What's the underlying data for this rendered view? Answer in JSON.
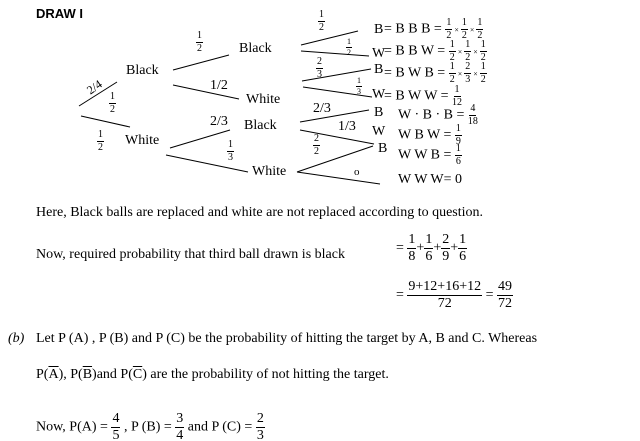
{
  "title": "DRAW I",
  "tree": {
    "root_top_label": "2/4",
    "root_top_frac": [
      "1",
      "2"
    ],
    "root_bottom_frac": [
      "1",
      "2"
    ],
    "l1": [
      "Black",
      "White"
    ],
    "l2": [
      "Black",
      "White",
      "Black",
      "White"
    ],
    "l2_labels": {
      "bb": [
        "1",
        "2"
      ],
      "bw": "1/2",
      "wb": "2/3",
      "ww": [
        "1",
        "3"
      ]
    },
    "l3_labels": {
      "bbb": [
        "1",
        "2"
      ],
      "bbw": [
        "1",
        "2"
      ],
      "bwb": [
        "2",
        "3"
      ],
      "bww": [
        "1",
        "3"
      ],
      "wbb": "2/3",
      "wbw": "1/3",
      "wwb": [
        "2",
        "2"
      ],
      "www": "o"
    },
    "leaves": [
      "B",
      "W",
      "B",
      "W",
      "B",
      "W",
      "B"
    ],
    "eq": [
      {
        "text": "= B B B =",
        "terms": [
          [
            "1",
            "2"
          ],
          [
            "1",
            "2"
          ],
          [
            "1",
            "2"
          ]
        ]
      },
      {
        "text": "= B B W =",
        "terms": [
          [
            "1",
            "2"
          ],
          [
            "1",
            "2"
          ],
          [
            "1",
            "2"
          ]
        ]
      },
      {
        "text": "= B W B =",
        "terms": [
          [
            "1",
            "2"
          ],
          [
            "2",
            "3"
          ],
          [
            "1",
            "2"
          ]
        ]
      },
      {
        "text": "= B W W =",
        "terms": [
          [
            "1",
            "12"
          ]
        ]
      },
      {
        "text": "W · B · B =",
        "terms": [
          [
            "4",
            "18"
          ]
        ]
      },
      {
        "text": "W B W =",
        "terms": [
          [
            "1",
            "9"
          ]
        ]
      },
      {
        "text": "W W B =",
        "terms": [
          [
            "1",
            "6"
          ]
        ]
      },
      {
        "text": "W W W=  0",
        "terms": []
      }
    ]
  },
  "body": {
    "p1": "Here, Black balls are replaced and white are not replaced according to question.",
    "p2": "Now, required probability that third ball drawn is black",
    "sum": {
      "f": [
        [
          "1",
          "8"
        ],
        [
          "1",
          "6"
        ],
        [
          "2",
          "9"
        ],
        [
          "1",
          "6"
        ]
      ],
      "eq": "=",
      "plus": "+"
    },
    "sum2": {
      "num": "9+12+16+12",
      "den": "72",
      "res": [
        "49",
        "72"
      ]
    },
    "b_label": "(b)",
    "b_text": "Let P (A) , P (B) and P (C) be the probability of hitting the target by A, B and C. Whereas",
    "b_line2_pre": "P(",
    "bar_a": "A",
    "bar_b": "B",
    "bar_c": "C",
    "b_line2_mid1": "), P(",
    "b_line2_mid2": ")and P(",
    "b_line2_post": ") are the probability of not hitting the target.",
    "now": "Now, P(A) =",
    "pa": [
      "4",
      "5"
    ],
    "pb_t": ", P (B) =",
    "pb": [
      "3",
      "4"
    ],
    "pc_t": "and P (C) =",
    "pc": [
      "2",
      "3"
    ]
  }
}
